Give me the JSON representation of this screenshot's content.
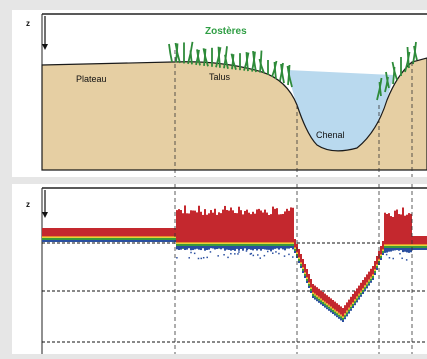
{
  "top_panel": {
    "axis_label": "z",
    "labels": {
      "plateau": "Plateau",
      "talus": "Talus",
      "chenal": "Chenal",
      "zosteres": "Zostères"
    }
  },
  "bottom_panel": {
    "axis_label": "z"
  },
  "colors": {
    "sand": "#e6cfa3",
    "water": "#b9d9ee",
    "seagrass": "#2e8b3a",
    "red": "#c4282e",
    "green": "#3a9a3a",
    "blue": "#2a4fa0",
    "orange": "#e58a2c",
    "yellow": "#e6d23a"
  }
}
